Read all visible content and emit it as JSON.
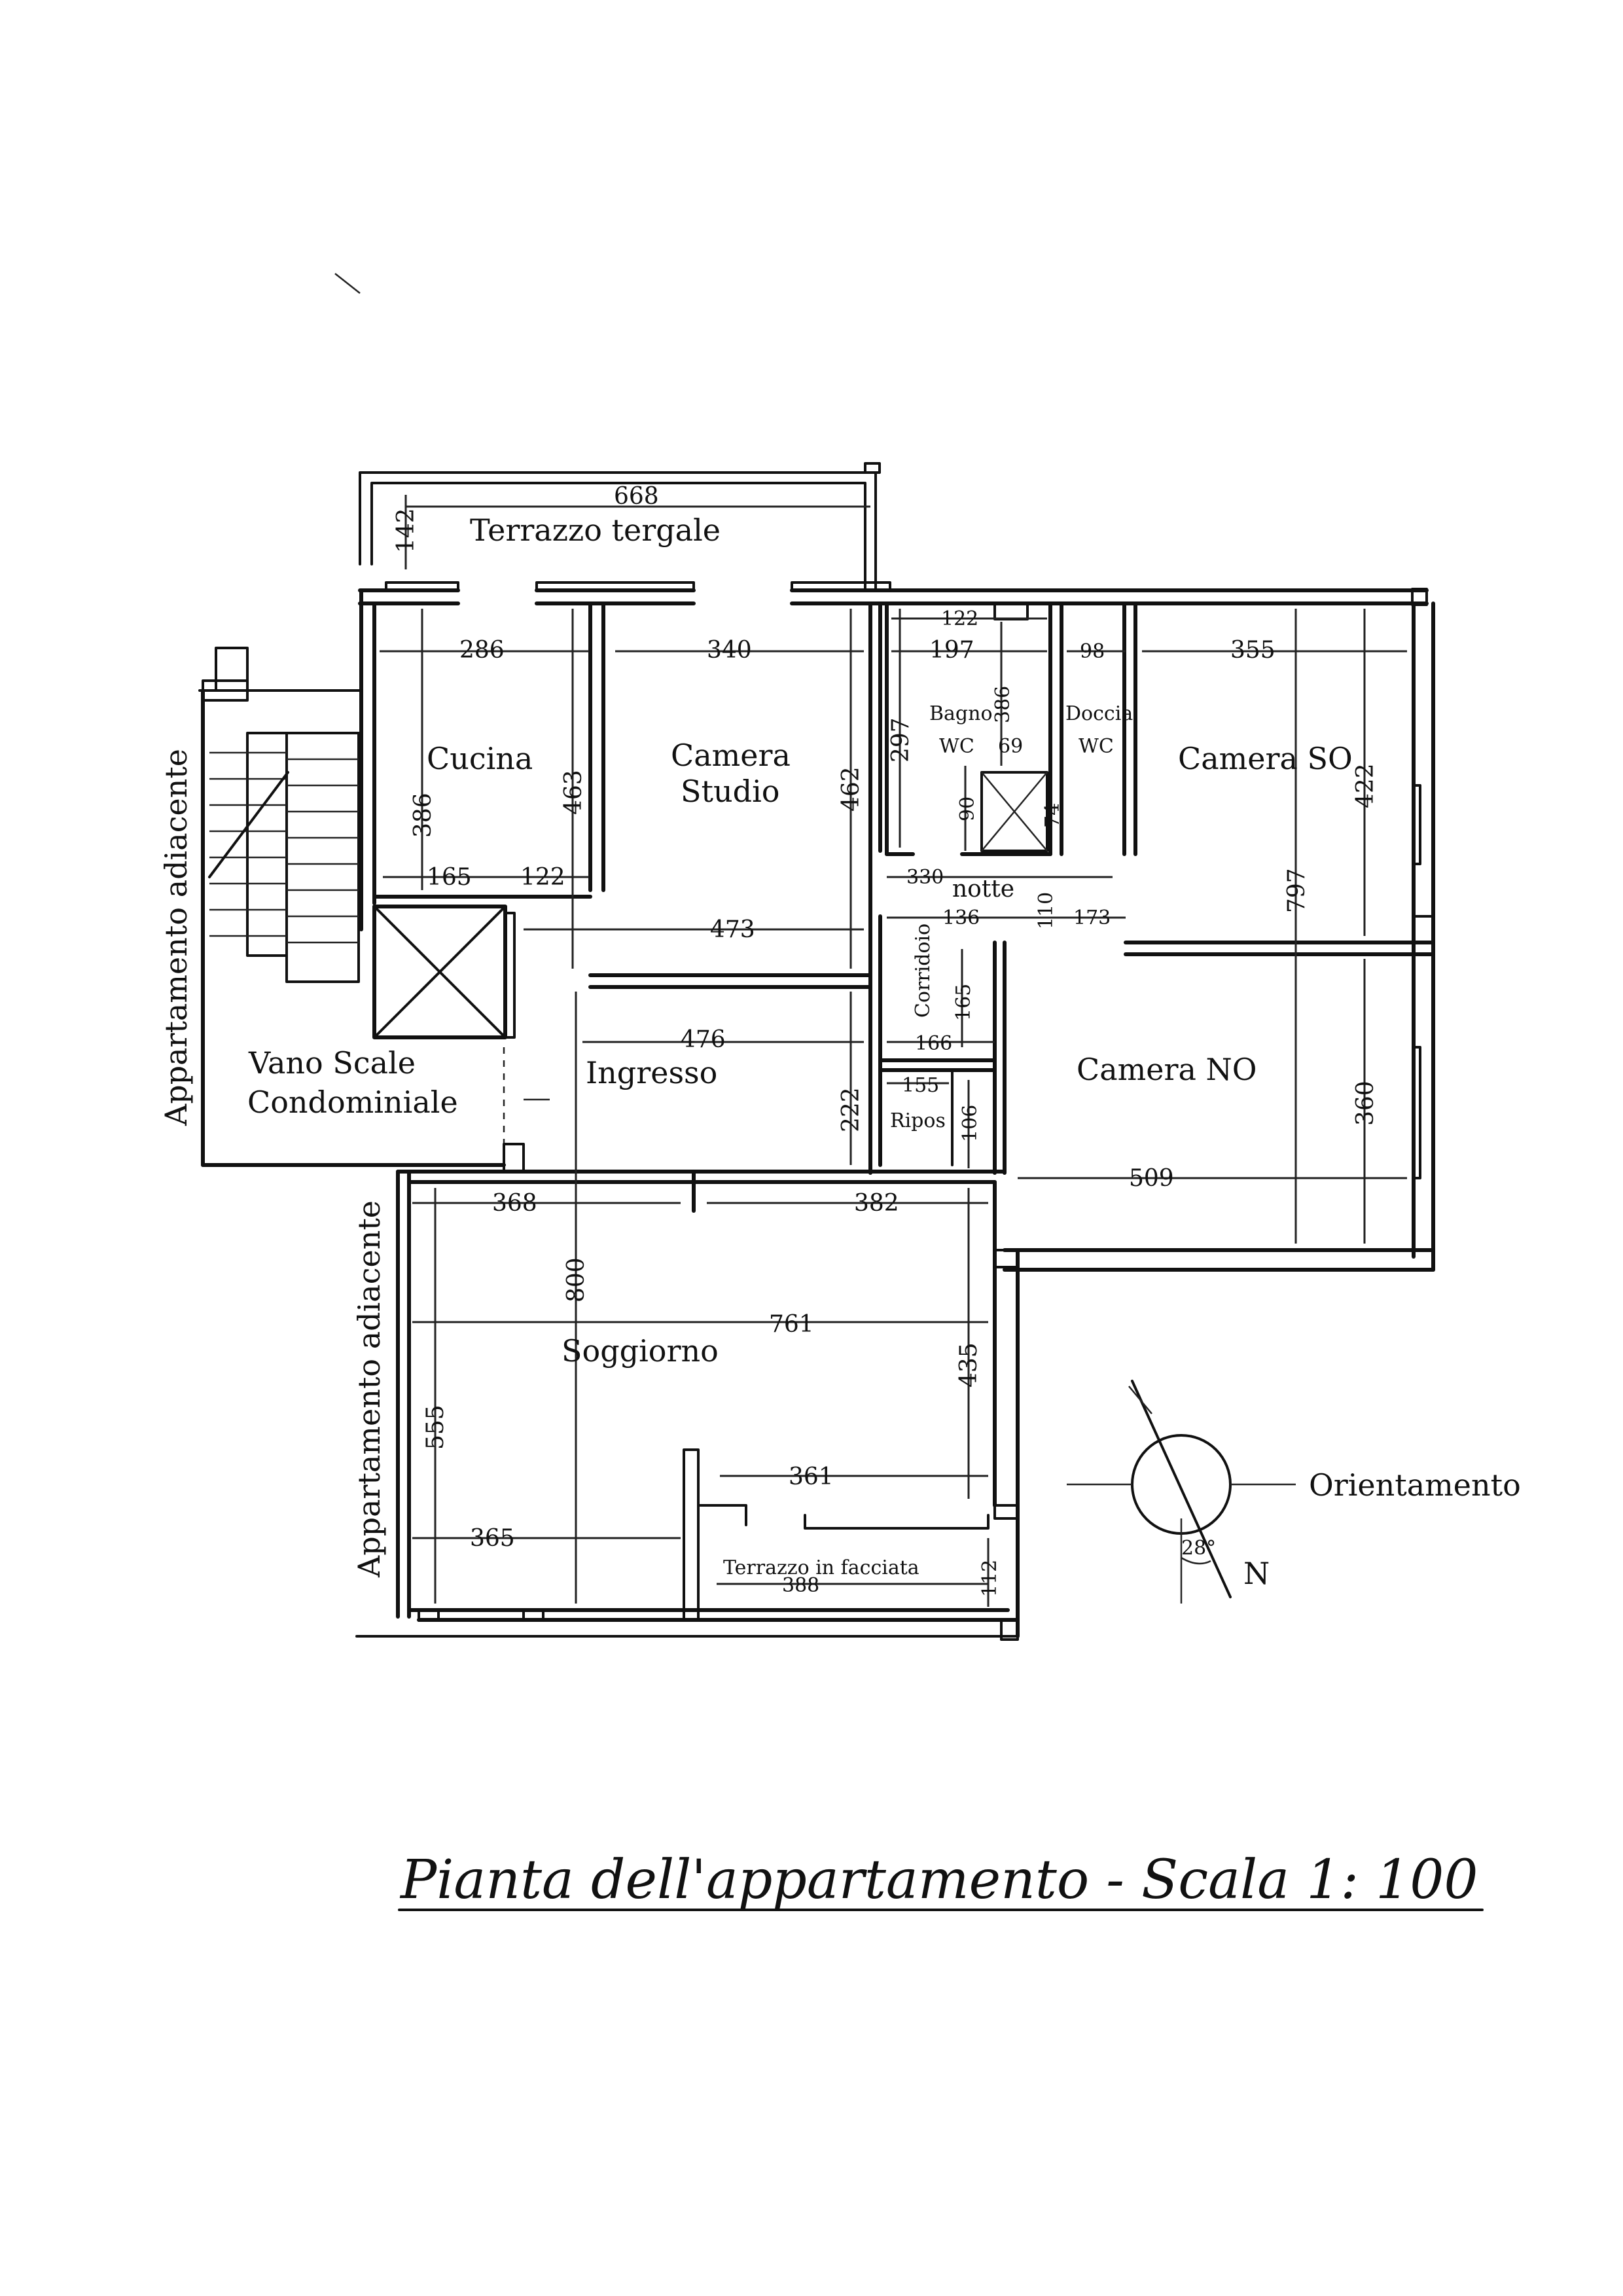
{
  "document": {
    "title": "Pianta dell'appartamento - Scala 1: 100"
  },
  "rooms": {
    "terrazzo_tergale": "Terrazzo tergale",
    "cucina": "Cucina",
    "camera_studio_1": "Camera",
    "camera_studio_2": "Studio",
    "bagno": "Bagno",
    "bagno_wc": "WC",
    "doccia": "Doccia",
    "doccia_wc": "WC",
    "camera_so": "Camera SO",
    "notte": "notte",
    "corridoio": "Corridoio",
    "ingresso": "Ingresso",
    "ripos": "Ripos",
    "camera_no": "Camera NO",
    "vano_scale_1": "Vano Scale",
    "vano_scale_2": "Condominiale",
    "soggiorno": "Soggiorno",
    "terrazzo_facciata": "Terrazzo in facciata",
    "adiacente_1": "Appartamento adiacente",
    "adiacente_2": "Appartamento adiacente",
    "orientamento": "Orientamento",
    "north": "N",
    "angle": "28°"
  },
  "dimensions": {
    "d668": "668",
    "d142": "142",
    "d286": "286",
    "d340": "340",
    "d122a": "122",
    "d197": "197",
    "d98": "98",
    "d355": "355",
    "d386a": "386",
    "d463": "463",
    "d462": "462",
    "d297": "297",
    "d386b": "386",
    "d69": "69",
    "d90": "90",
    "d74": "74",
    "d422": "422",
    "d797": "797",
    "d165a": "165",
    "d122b": "122",
    "d330": "330",
    "d136": "136",
    "d110": "110",
    "d173": "173",
    "d473": "473",
    "d476": "476",
    "d166": "166",
    "d165b": "165",
    "d222": "222",
    "d155": "155",
    "d106": "106",
    "d360": "360",
    "d509": "509",
    "d368": "368",
    "d382": "382",
    "d800": "800",
    "d761": "761",
    "d435": "435",
    "d555": "555",
    "d361": "361",
    "d365": "365",
    "d388": "388",
    "d112": "112"
  }
}
